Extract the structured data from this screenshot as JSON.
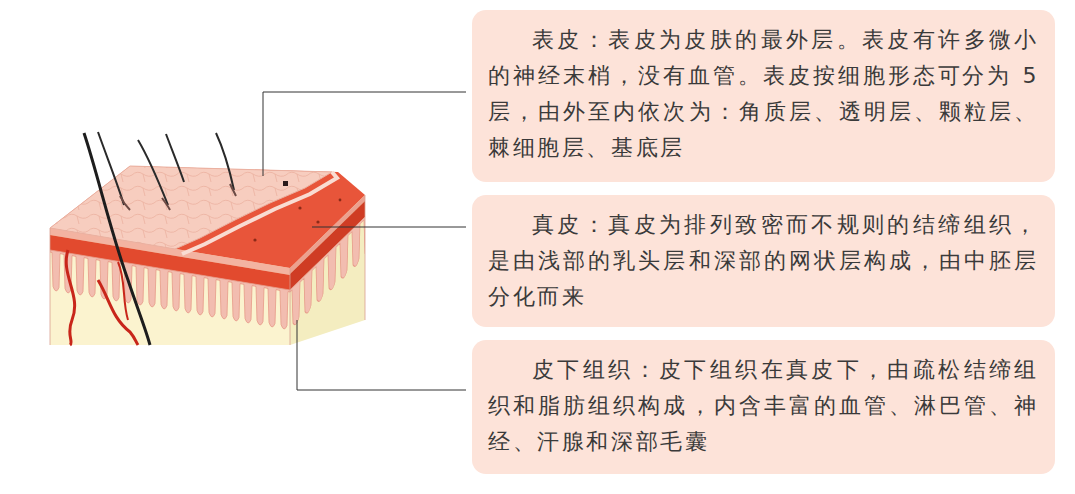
{
  "diagram": {
    "nodes": [
      {
        "text": [
          "表皮：表皮为皮肤的最外层。表皮有许多微小的神经末梢，没有血管。表皮按细胞形态可分为 5 层，由外至内依次为：角质层、透明层、颗粒层、棘细胞层、基底层"
        ]
      },
      {
        "text": [
          "真皮：真皮为排列致密而不规则的结缔组织，是由浅部的乳头层和深部的网状层构成，由中胚层分化而来"
        ]
      },
      {
        "text": [
          "皮下组织：皮下组织在真皮下，由疏松结缔组织和脂肪组织构成，内含丰富的血管、淋巴管、神经、汗腺和深部毛囊"
        ]
      }
    ]
  }
}
